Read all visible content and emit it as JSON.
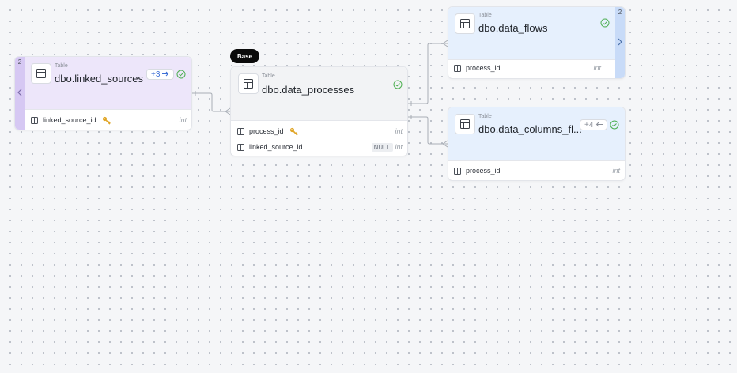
{
  "base_badge": "Base",
  "tables": {
    "linked_sources": {
      "kind": "Table",
      "name": "dbo.linked_sources",
      "strip_count": "2",
      "relations_pill": "+3",
      "columns": [
        {
          "name": "linked_source_id",
          "type": "int",
          "primary_key": true
        }
      ]
    },
    "data_processes": {
      "kind": "Table",
      "name": "dbo.data_processes",
      "columns": [
        {
          "name": "process_id",
          "type": "int",
          "primary_key": true
        },
        {
          "name": "linked_source_id",
          "type": "int",
          "nullable_label": "NULL"
        }
      ]
    },
    "data_flows": {
      "kind": "Table",
      "name": "dbo.data_flows",
      "strip_count": "2",
      "columns": [
        {
          "name": "process_id",
          "type": "int"
        }
      ]
    },
    "data_columns_flows": {
      "kind": "Table",
      "name": "dbo.data_columns_fl...",
      "relations_pill": "+4",
      "columns": [
        {
          "name": "process_id",
          "type": "int"
        }
      ]
    }
  },
  "colors": {
    "purple_header": "#ede6fa",
    "purple_strip": "#d6c8f3",
    "blue_header": "#e6f0fd",
    "blue_strip": "#c8dbf8",
    "gray_header": "#f2f3f5",
    "check_green": "#4caf50",
    "pill_blue": "#3d6fd6",
    "key_gold": "#e0a526"
  },
  "icons": {
    "table": "table-icon",
    "check": "check-circle-icon",
    "key": "key-icon",
    "arrow_right": "arrow-right-icon",
    "arrow_left": "arrow-left-icon",
    "chevron_left": "chevron-left-icon",
    "chevron_right": "chevron-right-icon",
    "column": "column-icon"
  }
}
